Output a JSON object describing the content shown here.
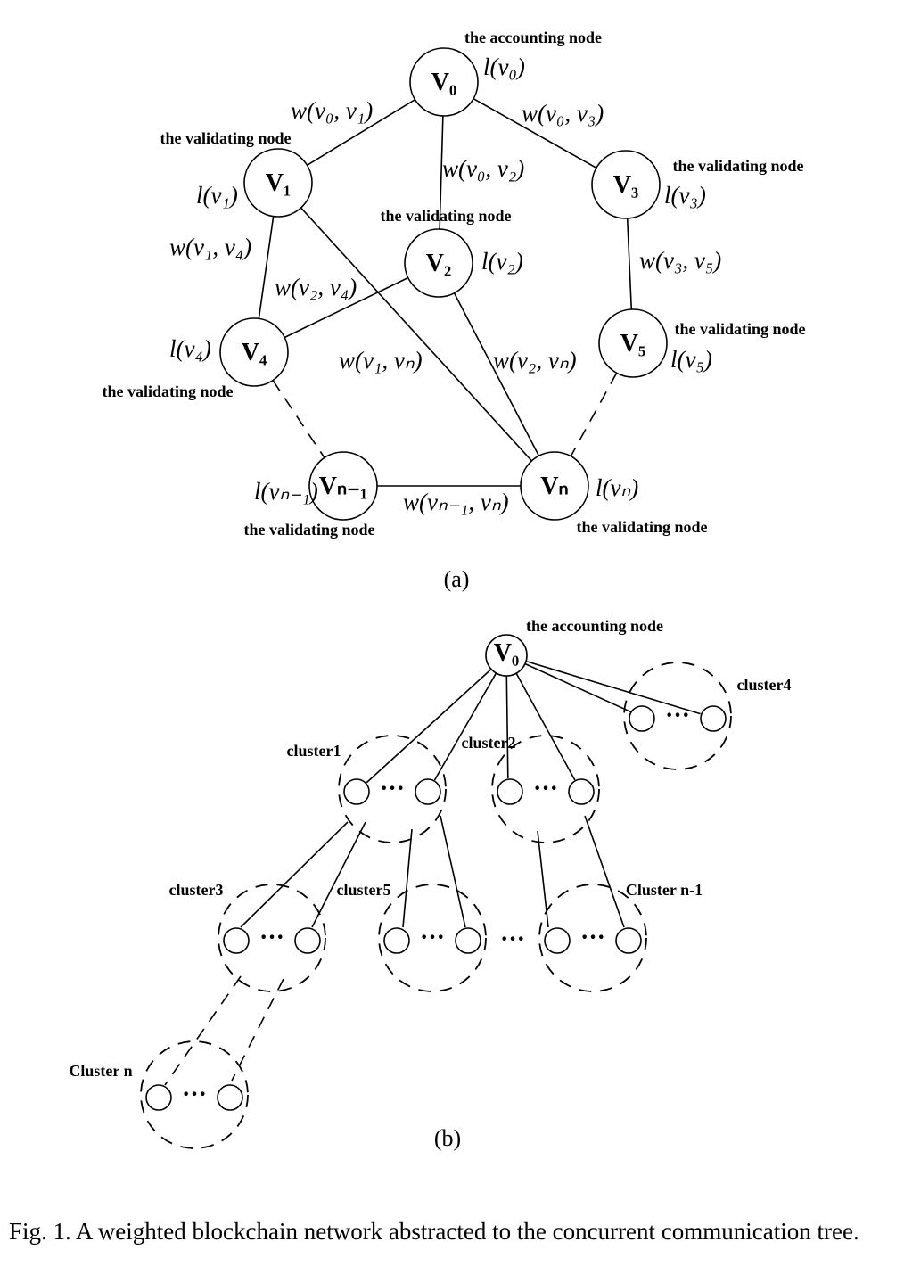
{
  "figure_a": {
    "sublabel": "(a)",
    "nodes": [
      {
        "id": "v0",
        "label": "V₀",
        "role": "the accounting node",
        "load": "l(v₀)"
      },
      {
        "id": "v1",
        "label": "V₁",
        "role": "the validating node",
        "load": "l(v₁)"
      },
      {
        "id": "v2",
        "label": "V₂",
        "role": "the validating node",
        "load": "l(v₂)"
      },
      {
        "id": "v3",
        "label": "V₃",
        "role": "the validating node",
        "load": "l(v₃)"
      },
      {
        "id": "v4",
        "label": "V₄",
        "role": "the validating node",
        "load": "l(v₄)"
      },
      {
        "id": "v5",
        "label": "V₅",
        "role": "the validating node",
        "load": "l(v₅)"
      },
      {
        "id": "vn1",
        "label": "Vₙ₋₁",
        "role": "the validating node",
        "load": "l(vₙ₋₁)"
      },
      {
        "id": "vn",
        "label": "Vₙ",
        "role": "the validating node",
        "load": "l(vₙ)"
      }
    ],
    "edges": [
      {
        "from": "v0",
        "to": "v1",
        "weight": "w(v₀, v₁)",
        "style": "solid"
      },
      {
        "from": "v0",
        "to": "v2",
        "weight": "w(v₀, v₂)",
        "style": "solid"
      },
      {
        "from": "v0",
        "to": "v3",
        "weight": "w(v₀, v₃)",
        "style": "solid"
      },
      {
        "from": "v1",
        "to": "v4",
        "weight": "w(v₁, v₄)",
        "style": "solid"
      },
      {
        "from": "v1",
        "to": "vn",
        "weight": "w(v₁, vₙ)",
        "style": "solid"
      },
      {
        "from": "v2",
        "to": "v4",
        "weight": "w(v₂, v₄)",
        "style": "solid"
      },
      {
        "from": "v2",
        "to": "vn",
        "weight": "w(v₂, vₙ)",
        "style": "solid"
      },
      {
        "from": "v3",
        "to": "v5",
        "weight": "w(v₃, v₅)",
        "style": "solid"
      },
      {
        "from": "vn1",
        "to": "vn",
        "weight": "w(vₙ₋₁, vₙ)",
        "style": "solid"
      },
      {
        "from": "v4",
        "to": "vn1",
        "weight": "",
        "style": "dashed"
      },
      {
        "from": "v5",
        "to": "vn",
        "weight": "",
        "style": "dashed"
      }
    ]
  },
  "figure_b": {
    "sublabel": "(b)",
    "root": {
      "label": "V₀",
      "role": "the accounting node"
    },
    "clusters": [
      {
        "id": "c1",
        "label": "cluster1"
      },
      {
        "id": "c2",
        "label": "cluster2"
      },
      {
        "id": "c3",
        "label": "cluster3"
      },
      {
        "id": "c4",
        "label": "cluster4"
      },
      {
        "id": "c5",
        "label": "cluster5"
      },
      {
        "id": "cn1",
        "label": "Cluster n-1"
      },
      {
        "id": "cn",
        "label": "Cluster n"
      }
    ],
    "ellipsis": "···"
  },
  "caption": "Fig. 1.  A weighted blockchain network abstracted to the concurrent communication tree."
}
